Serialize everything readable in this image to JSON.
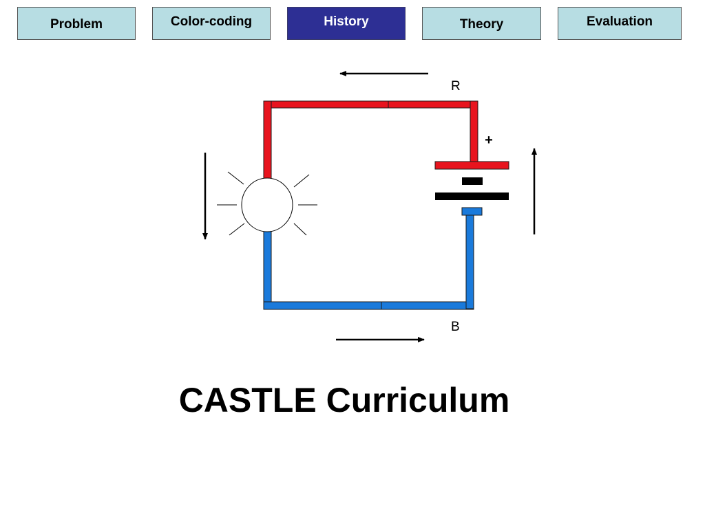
{
  "nav": {
    "tabs": [
      {
        "label": "Problem",
        "active": false
      },
      {
        "label": "Color-coding",
        "active": false
      },
      {
        "label": "History",
        "active": true
      },
      {
        "label": "Theory",
        "active": false
      },
      {
        "label": "Evaluation",
        "active": false
      }
    ]
  },
  "diagram": {
    "node_labels": {
      "top": "R",
      "bottom": "B"
    },
    "battery_polarity": "+",
    "colors": {
      "high_pressure_wire": "#e8141e",
      "low_pressure_wire": "#1a7adb",
      "tab_background": "#b7dde3",
      "tab_active_background": "#2d2f94"
    }
  },
  "title": "CASTLE Curriculum"
}
